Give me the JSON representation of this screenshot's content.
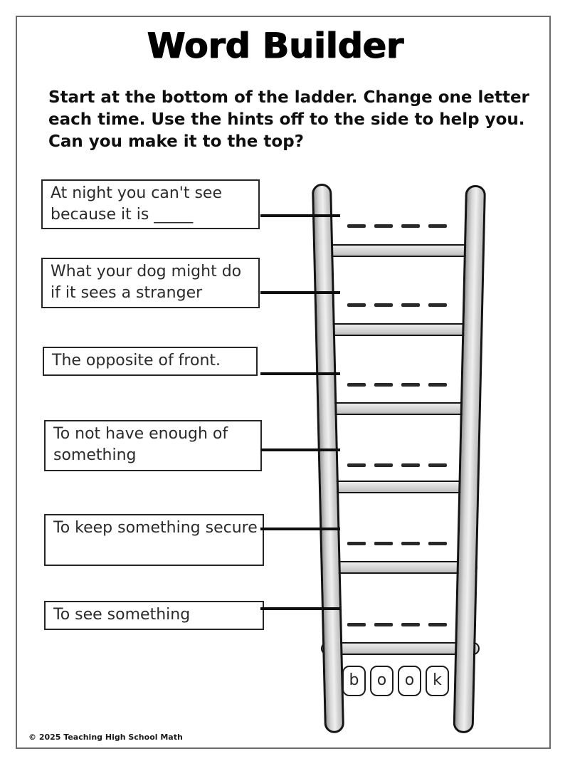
{
  "header": {
    "title": "Word Builder",
    "instruction_lines": [
      "Start at the bottom of the ladder.  Change one letter",
      "each time.  Use the hints off to the side to help you.",
      "Can you make it to the top?"
    ]
  },
  "hints": [
    {
      "text": "At night you can't see because it is _____"
    },
    {
      "text": "What your dog might do if it sees a stranger"
    },
    {
      "text": "The opposite of front."
    },
    {
      "text": "To not have enough of something"
    },
    {
      "text": "To keep something secure"
    },
    {
      "text": "To see something"
    }
  ],
  "ladder": {
    "rung_count": 6,
    "answer_slot_count": 6,
    "dashes_per_answer": 4,
    "tiles": [
      "b",
      "o",
      "o",
      "k"
    ]
  },
  "footer": {
    "copyright": "© 2025 Teaching High School Math"
  },
  "colors": {
    "paper": "#ffffff",
    "ink": "#1c1c1c",
    "page_border": "#6b6b6b",
    "rail_fill": "#d8d8d8",
    "rung_fill": "#d4d4d4",
    "dash": "#292929"
  }
}
